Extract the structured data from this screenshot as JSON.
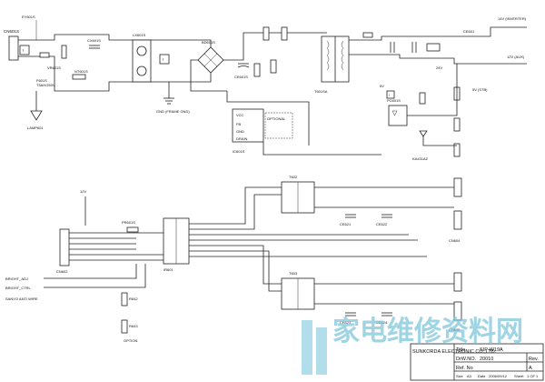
{
  "top": {
    "connector_in": "CN601S",
    "fuse": "F601S",
    "fuse_value": "T5AH/250V",
    "varistor": "VR601S",
    "ntc": "NT601S",
    "x_cap": "CX601S",
    "line_filter": "LX601S",
    "bridge": "BD601S",
    "bulk_cap": "CE601S",
    "ic": "IC601S",
    "transformer": "T601SA",
    "optocoupler": "PC601S",
    "reference": "KA431AZ",
    "output_cap": "CE601",
    "out_14v": "14V (INVERTER)",
    "out_12v": "12V (AUX)",
    "label_optional": "OPTIONAL",
    "label_gnd": "GND (FRAME GND)",
    "label_earth": "EY601S",
    "label_lamp": "LAMP601",
    "label_vcc": "VCC",
    "label_fb": "FB",
    "label_gnd_pin": "GND",
    "label_drain": "DRAIN",
    "label_24v": "24V",
    "label_5v": "5V",
    "label_5vstb": "5V (STB)"
  },
  "bottom": {
    "label_12v": "12V",
    "connector_main": "CN602",
    "ic": "IR601",
    "fuse": "PR601S",
    "transformer_a": "T602",
    "transformer_b": "T603",
    "cap_a": "CE621",
    "cap_b": "CE622",
    "cap_c": "CE623",
    "cap_d": "CE624",
    "out_conn_a": "CN604",
    "out_conn_b": "CN605",
    "r_a": "R642",
    "r_b": "R643",
    "label_bright_adj": "BRIGHT_ADJ",
    "label_bright_ctrl": "BRIGHT_CTRL",
    "label_option": "OPTION",
    "label_sanyo": "SANYO ANTI WIRE"
  },
  "title_block": {
    "company": "SUNKORDA ELECTRONIC CO.,LTD.",
    "title_label": "Title",
    "title_value": "SIP-W19A",
    "drawing_label": "DrW.NO.",
    "drawing_value": "20010",
    "rev_label": "Rev.",
    "rev_value": "A",
    "ref_label": "Ref. No",
    "size_label": "Size",
    "size_value": "A3",
    "date_label": "Date",
    "date_value": "2006/09/12",
    "sheet_label": "Sheet",
    "sheet_value": "1 OF 1"
  },
  "watermark": "家电维修资料网"
}
